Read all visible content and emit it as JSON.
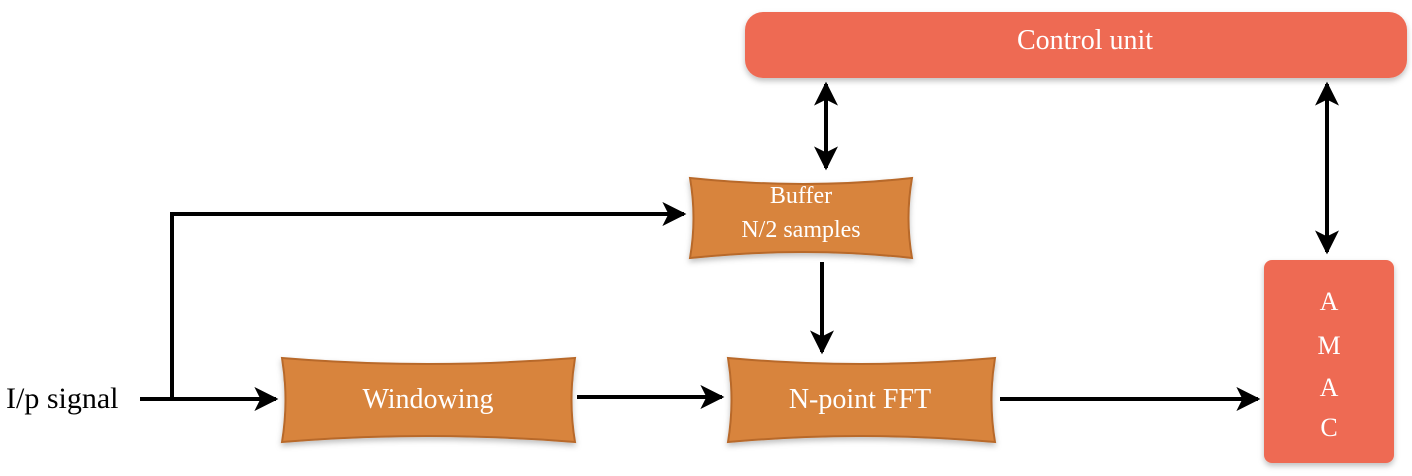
{
  "diagram": {
    "input_label": "I/p signal",
    "blocks": {
      "control_unit": {
        "label": "Control unit"
      },
      "buffer": {
        "line1": "Buffer",
        "line2": "N/2 samples"
      },
      "windowing": {
        "label": "Windowing"
      },
      "fft": {
        "label": "N-point FFT"
      },
      "amac": {
        "letters": [
          "A",
          "M",
          "A",
          "C"
        ]
      }
    },
    "colors": {
      "control_fill": "#ee6b52",
      "amac_fill": "#ee6b52",
      "pillow_fill": "#d8843e",
      "pillow_edge": "#b8692a",
      "block_text": "#ffffff",
      "arrow": "#000000",
      "input_text": "#000000"
    }
  }
}
